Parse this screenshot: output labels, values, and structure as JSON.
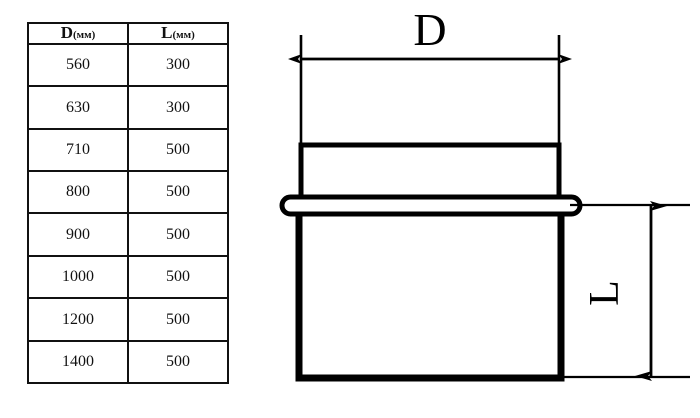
{
  "figure": {
    "table": {
      "columns": [
        {
          "symbol": "D",
          "unit": "(мм)"
        },
        {
          "symbol": "L",
          "unit": "(мм)"
        }
      ],
      "rows": [
        {
          "d": "560",
          "l": "300"
        },
        {
          "d": "630",
          "l": "300"
        },
        {
          "d": "710",
          "l": "500"
        },
        {
          "d": "800",
          "l": "500"
        },
        {
          "d": "900",
          "l": "500"
        },
        {
          "d": "1000",
          "l": "500"
        },
        {
          "d": "1200",
          "l": "500"
        },
        {
          "d": "1400",
          "l": "500"
        }
      ]
    },
    "drawing": {
      "dimension_d_label": "D",
      "dimension_l_label": "L",
      "line_color": "#000000",
      "background_color": "#ffffff"
    }
  }
}
